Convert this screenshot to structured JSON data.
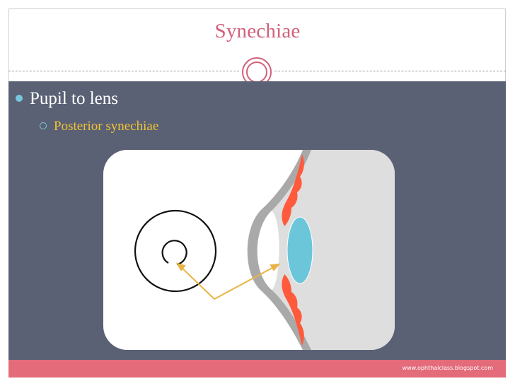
{
  "slide": {
    "title": "Synechiae",
    "bullets": [
      {
        "text": "Pupil to lens",
        "sub": [
          {
            "text": "Posterior synechiae"
          }
        ]
      }
    ],
    "footer": "www.ophthalclass.blogspot.com"
  },
  "colors": {
    "title": "#d1617a",
    "content_bg": "#5a6175",
    "bullet_text": "#ffffff",
    "sub_bullet_text": "#f1c232",
    "bullet_marker": "#77c6dc",
    "footer_bar": "#e36b7a",
    "iris": "#ff5a3c",
    "lens": "#6cc6da",
    "sclera": "#a9a9a9",
    "eye_fill": "#dedede",
    "arrow": "#e8b444"
  }
}
